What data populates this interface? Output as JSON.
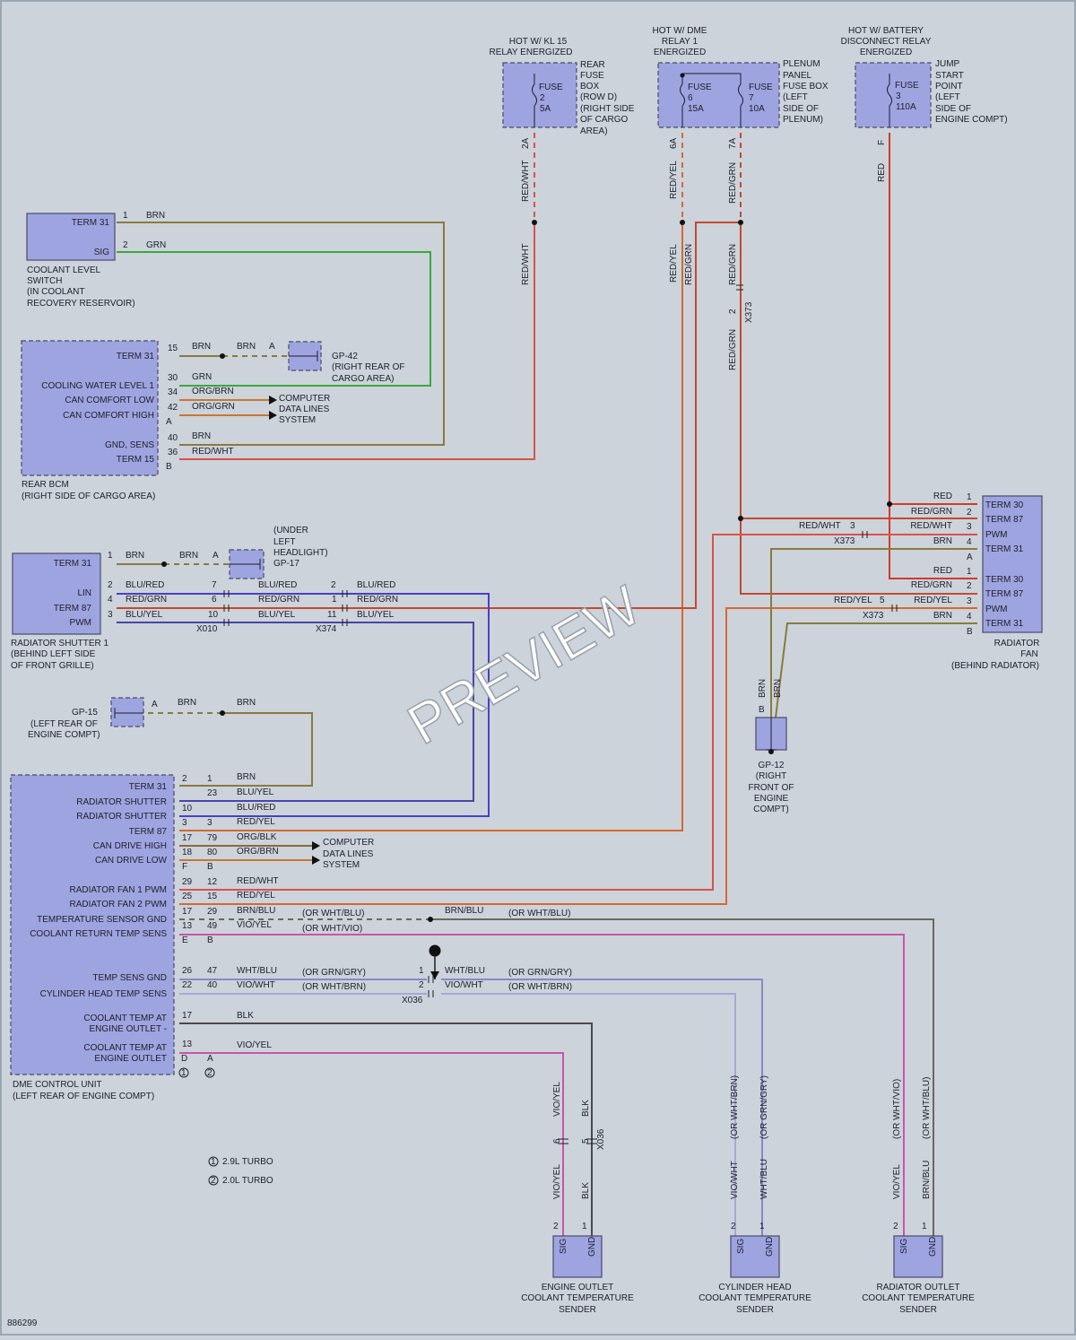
{
  "diagram_id": "886299",
  "watermark": "PREVIEW",
  "top_feeds": {
    "kl15": {
      "title": [
        "HOT W/ KL 15",
        "RELAY ENERGIZED"
      ],
      "fuse": [
        "FUSE",
        "2",
        "5A"
      ],
      "location": [
        "REAR",
        "FUSE",
        "BOX",
        "(ROW D)",
        "(RIGHT SIDE",
        "OF CARGO",
        "AREA)"
      ],
      "pin": "2A",
      "wire": "RED/WHT"
    },
    "dme": {
      "title": [
        "HOT W/ DME",
        "RELAY 1",
        "ENERGIZED"
      ],
      "fuse6": [
        "FUSE",
        "6",
        "15A"
      ],
      "fuse7": [
        "FUSE",
        "7",
        "10A"
      ],
      "location": [
        "PLENUM",
        "PANEL",
        "FUSE BOX",
        "(LEFT",
        "SIDE OF",
        "PLENUM)"
      ],
      "pin6": "6A",
      "pin7": "7A",
      "wire6": "RED/YEL",
      "wire7": "RED/GRN"
    },
    "battery": {
      "title": [
        "HOT W/ BATTERY",
        "DISCONNECT RELAY",
        "ENERGIZED"
      ],
      "fuse": [
        "FUSE",
        "3",
        "110A"
      ],
      "location": [
        "JUMP",
        "START",
        "POINT",
        "(LEFT",
        "SIDE OF",
        "ENGINE COMPT)"
      ],
      "pin": "F",
      "wire": "RED"
    }
  },
  "coolant_level_switch": {
    "pins": [
      "TERM 31",
      "SIG"
    ],
    "pin_nums": [
      "1",
      "2"
    ],
    "wires": [
      "BRN",
      "GRN"
    ],
    "caption": [
      "COOLANT LEVEL",
      "SWITCH",
      "(IN COOLANT",
      "RECOVERY RESERVOIR)"
    ]
  },
  "rear_bcm": {
    "pins": [
      "TERM 31",
      "COOLING WATER LEVEL 1",
      "CAN COMFORT LOW",
      "CAN COMFORT HIGH",
      "GND, SENS",
      "TERM 15"
    ],
    "pin_nums": [
      "15",
      "30",
      "34",
      "42",
      "40",
      "36"
    ],
    "wires": [
      "BRN",
      "GRN",
      "ORG/BRN",
      "ORG/GRN",
      "BRN",
      "RED/WHT"
    ],
    "conn_a": "A",
    "conn_b": "B",
    "gp42_wire": "BRN",
    "gp42_pin": "A",
    "caption": [
      "REAR BCM",
      "(RIGHT SIDE OF CARGO AREA)"
    ],
    "data_lines": [
      "COMPUTER",
      "DATA LINES",
      "SYSTEM"
    ]
  },
  "gp42": {
    "label": [
      "GP-42",
      "(RIGHT REAR OF",
      "CARGO AREA)"
    ]
  },
  "gp17": {
    "label": [
      "(UNDER",
      "LEFT",
      "HEADLIGHT)",
      "GP-17"
    ],
    "pin": "A",
    "wires": [
      "BRN",
      "BRN"
    ]
  },
  "radiator_shutter": {
    "pins": [
      "TERM 31",
      "LIN",
      "TERM 87",
      "PWM"
    ],
    "pin_nums": [
      "1",
      "2",
      "4",
      "3"
    ],
    "wires": [
      "BRN",
      "BLU/RED",
      "RED/GRN",
      "BLU/YEL"
    ],
    "x010_pins": [
      "7",
      "6",
      "10"
    ],
    "x010": "X010",
    "mid_wires": [
      "BLU/RED",
      "RED/GRN",
      "BLU/YEL"
    ],
    "x374_pins": [
      "2",
      "1",
      "11"
    ],
    "x374": "X374",
    "right_wires": [
      "BLU/RED",
      "RED/GRN",
      "BLU/YEL"
    ],
    "caption": [
      "RADIATOR SHUTTER 1",
      "(BEHIND LEFT SIDE",
      "OF FRONT GRILLE)"
    ]
  },
  "radiator_fan": {
    "pins": [
      "TERM 30",
      "TERM 87",
      "PWM",
      "TERM 31",
      "TERM 30",
      "TERM 87",
      "PWM",
      "TERM 31"
    ],
    "pin_nums": [
      "1",
      "2",
      "3",
      "4",
      "1",
      "2",
      "3",
      "4"
    ],
    "wires": [
      "RED",
      "RED/GRN",
      "RED/WHT",
      "BRN",
      "RED",
      "RED/GRN",
      "RED/YEL",
      "BRN"
    ],
    "x373_a": {
      "pin": "3",
      "wire": "RED/WHT",
      "label": "X373"
    },
    "x373_b": {
      "pin": "5",
      "wire": "RED/YEL",
      "label": "X373"
    },
    "x373_v": {
      "pin": "2",
      "label": "X373"
    },
    "conn_a": "A",
    "conn_b": "B",
    "caption": [
      "RADIATOR",
      "FAN",
      "(BEHIND RADIATOR)"
    ],
    "v_wires": [
      "RED/GRN",
      "RED/GRN",
      "RED/GRN"
    ]
  },
  "gp12": {
    "label": [
      "GP-12",
      "(RIGHT",
      "FRONT OF",
      "ENGINE",
      "COMPT)"
    ],
    "wires": [
      "BRN",
      "BRN"
    ],
    "pin": "B"
  },
  "gp15": {
    "label": [
      "GP-15",
      "(LEFT REAR OF",
      "ENGINE COMPT)"
    ],
    "pin": "A",
    "wires": [
      "BRN",
      "BRN"
    ]
  },
  "dme": {
    "pins": [
      "TERM 31",
      "RADIATOR SHUTTER",
      "RADIATOR SHUTTER",
      "TERM 87",
      "CAN DRIVE HIGH",
      "CAN DRIVE LOW",
      "RADIATOR FAN 1 PWM",
      "RADIATOR FAN 2 PWM",
      "TEMPERATURE SENSOR GND",
      "COOLANT RETURN TEMP SENS",
      "TEMP SENS GND",
      "CYLINDER HEAD TEMP SENS",
      "COOLANT TEMP AT",
      "ENGINE OUTLET -",
      "COOLANT TEMP AT",
      "ENGINE OUTLET"
    ],
    "pin1": [
      "2",
      "",
      "10",
      "3",
      "17",
      "18",
      "29",
      "25",
      "17",
      "13",
      "26",
      "22",
      "17",
      "13"
    ],
    "pin2": [
      "1",
      "23",
      "",
      "3",
      "79",
      "80",
      "12",
      "15",
      "29",
      "49",
      "47",
      "40",
      "",
      ""
    ],
    "wires": [
      "BRN",
      "BLU/YEL",
      "BLU/RED",
      "RED/YEL",
      "ORG/BLK",
      "ORG/BRN",
      "RED/WHT",
      "RED/YEL",
      "BRN/BLU",
      "VIO/YEL",
      "WHT/BLU",
      "VIO/WHT",
      "BLK",
      "VIO/YEL"
    ],
    "alt": [
      "(OR WHT/BLU)",
      "(OR WHT/VIO)",
      "(OR GRN/GRY)",
      "(OR WHT/BRN)"
    ],
    "alt_r": [
      "(OR WHT/BLU)",
      "(OR GRN/GRY)",
      "(OR WHT/BRN)"
    ],
    "brnblu_r": "BRN/BLU",
    "x036": {
      "pins": [
        "1",
        "2"
      ],
      "wires": [
        "WHT/BLU",
        "VIO/WHT"
      ],
      "label": "X036"
    },
    "conn": [
      "F",
      "B",
      "E",
      "B",
      "D",
      "A"
    ],
    "data_lines": [
      "COMPUTER",
      "DATA LINES",
      "SYSTEM"
    ],
    "caption": [
      "DME CONTROL UNIT",
      "(LEFT REAR OF ENGINE COMPT)"
    ]
  },
  "notes": [
    {
      "num": "1",
      "text": "2.9L TURBO"
    },
    {
      "num": "2",
      "text": "2.0L TURBO"
    }
  ],
  "sensors": [
    {
      "caption": [
        "ENGINE OUTLET",
        "COOLANT TEMPERATURE",
        "SENDER"
      ],
      "pins": [
        "SIG",
        "GND"
      ],
      "pin_nums": [
        "2",
        "1"
      ],
      "upper": [
        "VIO/YEL",
        "BLK"
      ],
      "lower": [
        "VIO/YEL",
        "BLK"
      ],
      "x": [
        "6",
        "5"
      ],
      "xlabel": "X036"
    },
    {
      "caption": [
        "CYLINDER HEAD",
        "COOLANT TEMPERATURE",
        "SENDER"
      ],
      "pins": [
        "SIG",
        "GND"
      ],
      "pin_nums": [
        "2",
        "1"
      ],
      "upper": [
        "(OR WHT/BRN)",
        "(OR GRN/GRY)"
      ],
      "lower": [
        "VIO/WHT",
        "WHT/BLU"
      ]
    },
    {
      "caption": [
        "RADIATOR OUTLET",
        "COOLANT TEMPERATURE",
        "SENDER"
      ],
      "pins": [
        "SIG",
        "GND"
      ],
      "pin_nums": [
        "2",
        "1"
      ],
      "upper": [
        "(OR WHT/VIO)",
        "(OR WHT/BLU)"
      ],
      "lower": [
        "VIO/YEL",
        "BRN/BLU"
      ]
    }
  ]
}
